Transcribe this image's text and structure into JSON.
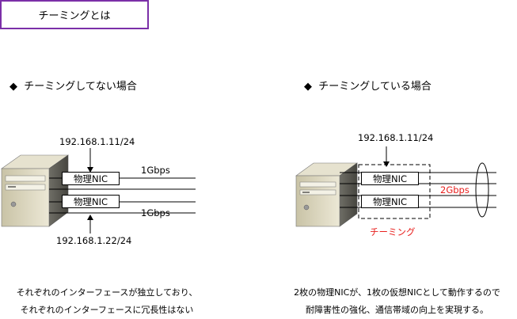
{
  "title": "チーミングとは",
  "left": {
    "heading_bullet": "◆",
    "heading": "チーミングしてない場合",
    "ip_top": "192.168.1.11/24",
    "ip_bottom": "192.168.1.22/24",
    "nic1": "物理NIC",
    "nic2": "物理NIC",
    "speed1": "1Gbps",
    "speed2": "1Gbps",
    "caption_line1": "それぞれのインターフェースが独立しており、",
    "caption_line2": "それぞれのインターフェースに冗長性はない"
  },
  "right": {
    "heading_bullet": "◆",
    "heading": "チーミングしている場合",
    "ip_top": "192.168.1.11/24",
    "nic1": "物理NIC",
    "nic2": "物理NIC",
    "speed": "2Gbps",
    "team_label": "チーミング",
    "caption_line1": "2枚の物理NICが、1枚の仮想NICとして動作するので",
    "caption_line2": "耐障害性の強化、通信帯域の向上を実現する。"
  },
  "colors": {
    "title_border": "#7b2fa8",
    "accent_red": "#e8201e",
    "server_body": "#dcd7bf"
  }
}
